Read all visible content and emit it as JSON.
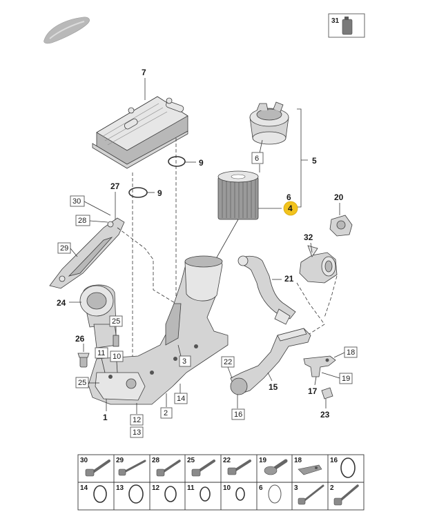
{
  "callouts": {
    "c7": "7",
    "c9a": "9",
    "c9b": "9",
    "c6box": "6",
    "c5": "5",
    "c6": "6",
    "c4": "4",
    "c27": "27",
    "c30": "30",
    "c28": "28",
    "c29": "29",
    "c20": "20",
    "c32": "32",
    "c21": "21",
    "c24": "24",
    "c25a": "25",
    "c26": "26",
    "c11": "11",
    "c10": "10",
    "c25b": "25",
    "c3": "3",
    "c22": "22",
    "c14": "14",
    "c1": "1",
    "c2": "2",
    "c12": "12",
    "c13": "13",
    "c16": "16",
    "c15": "15",
    "c18": "18",
    "c19": "19",
    "c17": "17",
    "c23": "23",
    "c31": "31"
  },
  "highlight_color": "#f2c31d",
  "legend_row1": [
    "30",
    "29",
    "28",
    "25",
    "22",
    "19",
    "18",
    "16"
  ],
  "legend_row2": [
    "14",
    "13",
    "12",
    "11",
    "10",
    "6",
    "3",
    "2"
  ]
}
